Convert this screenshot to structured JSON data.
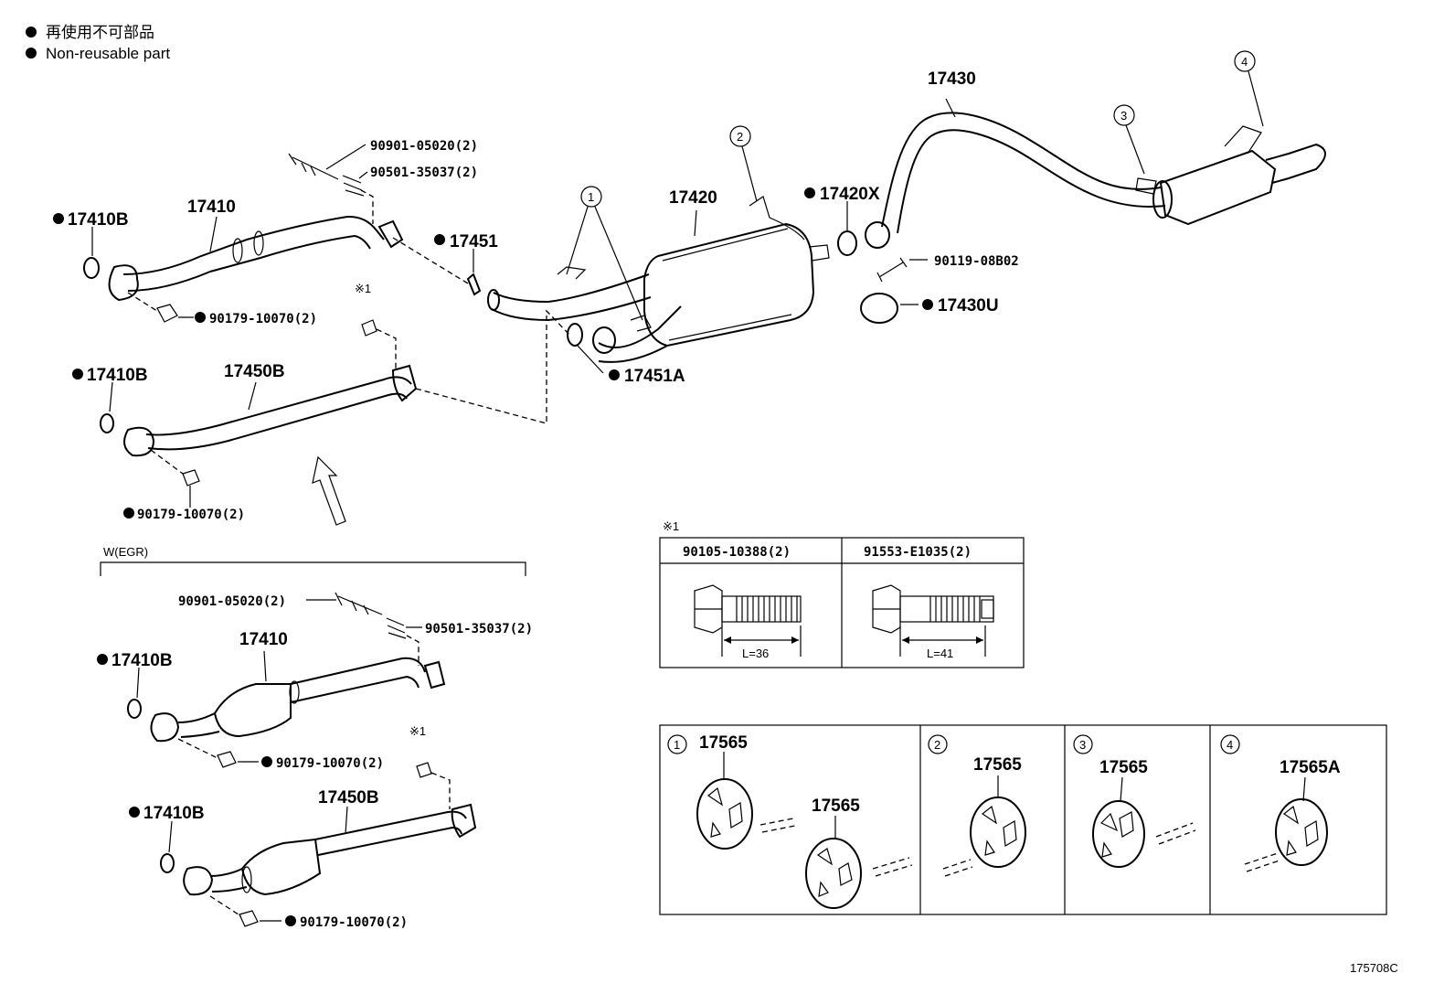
{
  "legend": {
    "line_jp": "再使用不可部品",
    "line_en": "Non-reusable part"
  },
  "labels": {
    "p17430": "17430",
    "p17420": "17420",
    "p17420x": "17420X",
    "p17451": "17451",
    "p17451a": "17451A",
    "p17410_top": "17410",
    "p17410b_1": "17410B",
    "p17410b_2": "17410B",
    "p17410b_3": "17410B",
    "p17410b_4": "17410B",
    "p17450b_top": "17450B",
    "p17410_egr": "17410",
    "p17450b_egr": "17450B",
    "p17430u": "17430U",
    "bolt_top_a": "90901-05020(2)",
    "bolt_top_b": "90501-35037(2)",
    "bolt_egr_a": "90901-05020(2)",
    "bolt_egr_b": "90501-35037(2)",
    "nut_1": "90179-10070(2)",
    "nut_2": "90179-10070(2)",
    "nut_3": "90179-10070(2)",
    "nut_4": "90179-10070(2)",
    "bolt_hanger": "90119-08B02",
    "ref_note_1": "※1",
    "ref_note_2": "※1",
    "ref_note_3": "※1",
    "egr_section": "W(EGR)",
    "callout_1": "1",
    "callout_2": "2",
    "callout_3": "3",
    "callout_4": "4",
    "figure_code": "175708C"
  },
  "bolt_table": {
    "col1_header": "90105-10388(2)",
    "col1_dim": "L=36",
    "col2_header": "91553-E1035(2)",
    "col2_dim": "L=41"
  },
  "hangers": {
    "cell1_index": "1",
    "cell1_part_a": "17565",
    "cell1_part_b": "17565",
    "cell2_index": "2",
    "cell2_part": "17565",
    "cell3_index": "3",
    "cell3_part": "17565",
    "cell4_index": "4",
    "cell4_part": "17565A"
  }
}
